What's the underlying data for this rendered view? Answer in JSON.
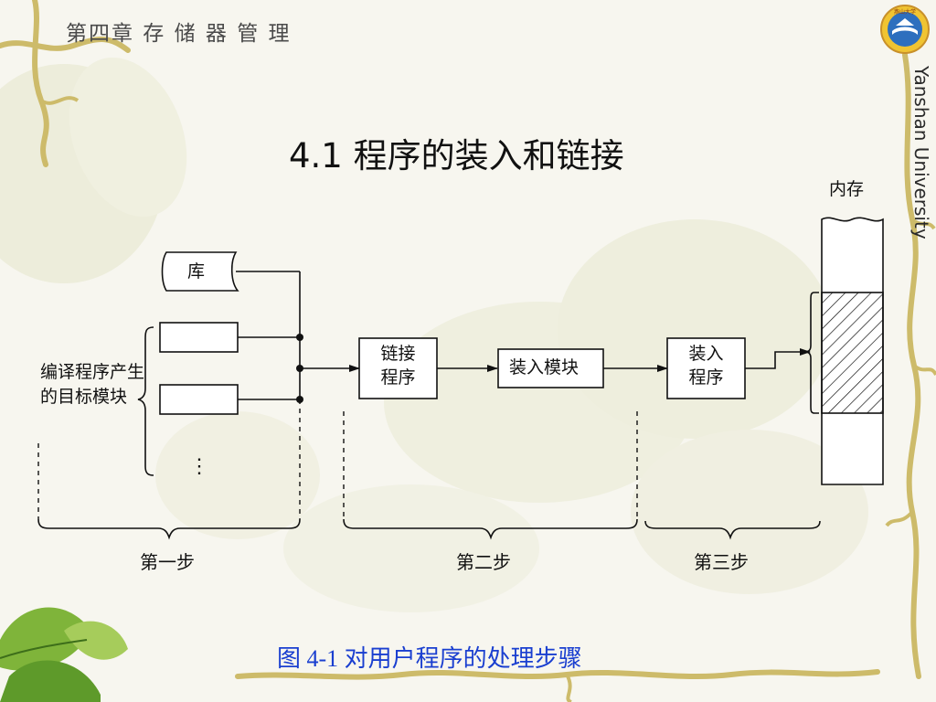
{
  "header": {
    "chapter_title": "第四章 存 储 器 管 理",
    "university": "Yanshan University"
  },
  "slide": {
    "title": "4.1  程序的装入和链接",
    "caption": "图 4-1 对用户程序的处理步骤"
  },
  "diagram": {
    "library_label": "库",
    "source_label": "编译程序产生的目标模块",
    "ellipsis": "⋮",
    "linker_line1": "链接",
    "linker_line2": "程序",
    "load_module": "装入模块",
    "loader_line1": "装入",
    "loader_line2": "程序",
    "memory_label": "内存",
    "step1": "第一步",
    "step2": "第二步",
    "step3": "第三步"
  },
  "colors": {
    "background": "#f7f6ef",
    "caption": "#1a3fd0",
    "vine": "#cdbb6a",
    "leaf_green": "#7fb43a"
  },
  "icons": {
    "logo": "university-seal-icon"
  }
}
